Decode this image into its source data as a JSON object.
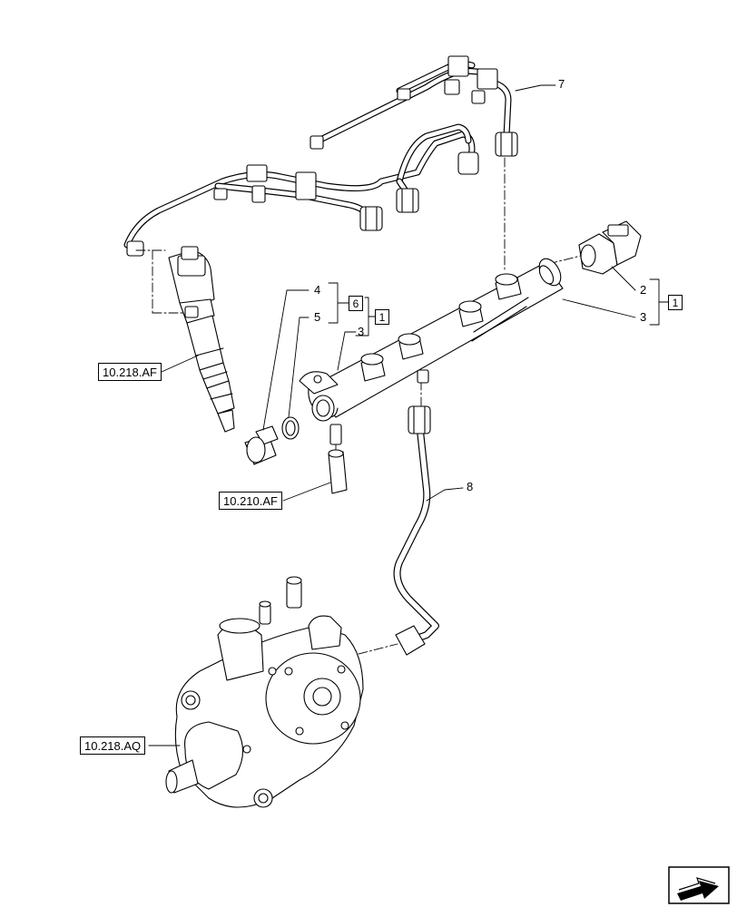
{
  "references": {
    "injector": "10.218.AF",
    "fuel_return": "10.210.AF",
    "pump": "10.218.AQ"
  },
  "callouts": {
    "injector_lines": "7",
    "plug": "4",
    "seal": "5",
    "rail_left": "3",
    "rail_right": "3",
    "sensor": "2",
    "supply_pipe": "8"
  },
  "kit_boxes": {
    "plug_kit": "6",
    "plug_assembly": "1",
    "sensor_assembly": "1"
  },
  "navigation": {
    "next_icon": "next-page-arrow-icon"
  }
}
